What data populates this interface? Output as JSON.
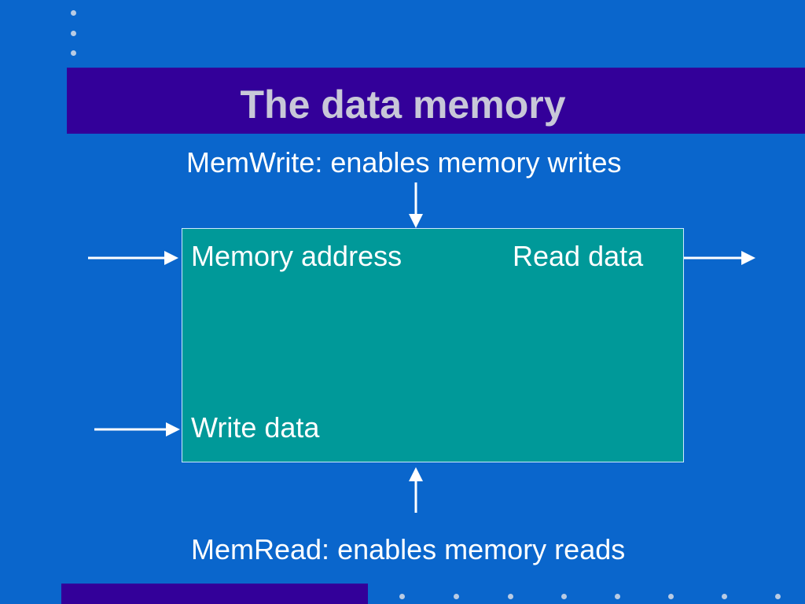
{
  "slide": {
    "title": "The data memory"
  },
  "diagram": {
    "memwrite_label": "MemWrite: enables  memory writes",
    "memread_label": "MemRead: enables memory reads",
    "memory_unit": {
      "address_label": "Memory address",
      "read_data_label": "Read data",
      "write_data_label": "Write data"
    }
  },
  "colors": {
    "background": "#0a66cc",
    "title_bar": "#330099",
    "title_text": "#c8c8d8",
    "memory_box": "#009999",
    "text": "#ffffff"
  }
}
